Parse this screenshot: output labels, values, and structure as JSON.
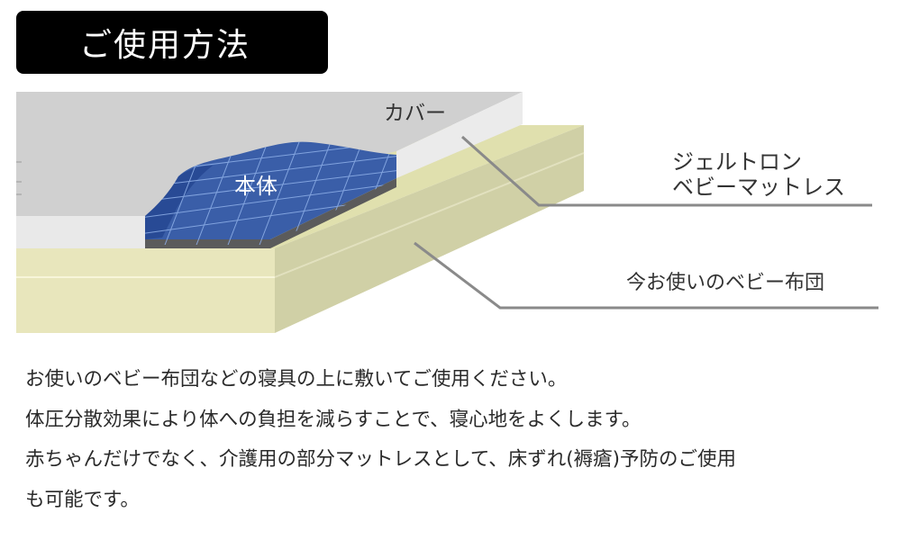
{
  "header": {
    "title": "ご使用方法"
  },
  "diagram": {
    "label_cover": "カバー",
    "label_core": "本体",
    "label_mattress_line1": "ジェルトロン",
    "label_mattress_line2": "ベビーマットレス",
    "label_futon": "今お使いのベビー布団",
    "colors": {
      "cover": "#d2d2d2",
      "cover_edge": "#e9e9e9",
      "futon_top": "#e0e0ae",
      "futon_side": "#d0d0a6",
      "futon_front": "#ecebc5",
      "core": "#3a5ea8",
      "core_dark": "#1f3f8a",
      "core_base": "#5b5b5b",
      "leader_line": "#8a8a8a"
    }
  },
  "description": {
    "line1": "お使いのベビー布団などの寝具の上に敷いてご使用ください。",
    "line2": "体圧分散効果により体への負担を減らすことで、寝心地をよくします。",
    "line3": "赤ちゃんだけでなく、介護用の部分マットレスとして、床ずれ(褥瘡)予防のご使用",
    "line4": "も可能です。"
  }
}
